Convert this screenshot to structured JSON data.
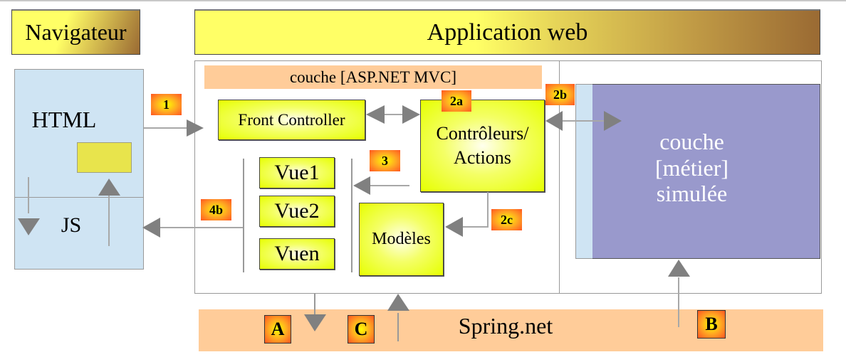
{
  "diagram": {
    "headers": {
      "browser": "Navigateur",
      "web_app": "Application web"
    },
    "browser_panel": {
      "html_label": "HTML",
      "js_label": "JS"
    },
    "mvc_layer": {
      "title": "couche [ASP.NET MVC]",
      "front_controller": "Front Controller",
      "controllers": "Contrôleurs/\nActions",
      "views": [
        "Vue1",
        "Vue2",
        "Vuen"
      ],
      "models": "Modèles"
    },
    "business_layer": {
      "label": "couche\n[métier]\nsimulée"
    },
    "spring": {
      "label": "Spring.net"
    },
    "steps": {
      "s1": "1",
      "s2a": "2a",
      "s2b": "2b",
      "s2c": "2c",
      "s3": "3",
      "s4b": "4b",
      "a": "A",
      "b": "B",
      "c": "C"
    },
    "colors": {
      "browser_fill": "#cfe4f3",
      "mvc_band": "#ffcc99",
      "component_yellow": "#e6ff00",
      "business_fill": "#9999cc",
      "arrow_gray": "#808080",
      "badge_orange": "#ff5522"
    }
  }
}
